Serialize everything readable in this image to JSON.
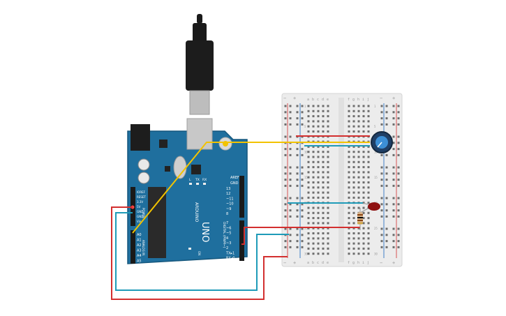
{
  "board": {
    "model": "UNO",
    "brand": "ARDUINO",
    "tx_label": "TX",
    "rx_label": "RX",
    "l_label": "L",
    "on_label": "ON",
    "aref_label": "AREF",
    "gnd_label": "GND",
    "digital_label": "DIGITAL (PWM~)",
    "power_label": "POWER",
    "analog_label": "ANALOG IN",
    "digital_pins": [
      "13",
      "12",
      "~11",
      "~10",
      "~9",
      "8",
      "7",
      "~6",
      "~5",
      "4",
      "~3",
      "2",
      "TX▸1",
      "RX◂0"
    ],
    "power_pins": [
      "IOREF",
      "RESET",
      "3.3V",
      "5V",
      "GND",
      "GND",
      "Vin"
    ],
    "analog_pins": [
      "A0",
      "A1",
      "A2",
      "A3",
      "A4",
      "A5"
    ]
  },
  "breadboard": {
    "top_labels": [
      "j",
      "i",
      "h",
      "g",
      "f",
      "e",
      "d",
      "c",
      "b",
      "a"
    ],
    "row_numbers": [
      "1",
      "5",
      "10",
      "15",
      "20",
      "25",
      "30"
    ],
    "plus": "+",
    "minus": "−"
  },
  "components": {
    "usb": "usb-cable",
    "potentiometer": "potentiometer",
    "led": "led",
    "resistor": "resistor"
  },
  "colors": {
    "board": "#1f6f9e",
    "wire_red": "#d32f2f",
    "wire_teal": "#1e9bb8",
    "wire_yellow": "#f2c300",
    "breadboard": "#ececec"
  }
}
